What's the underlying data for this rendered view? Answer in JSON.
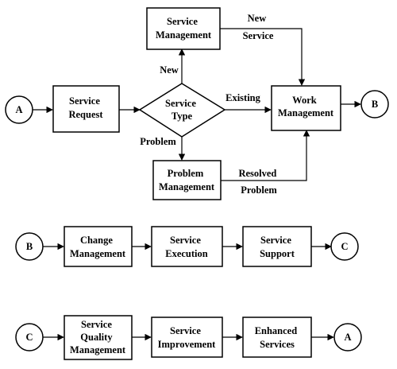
{
  "diagram": {
    "row1": {
      "start_connector": "A",
      "end_connector": "B",
      "service_request": [
        "Service",
        "Request"
      ],
      "service_type": [
        "Service",
        "Type"
      ],
      "service_management": [
        "Service",
        "Management"
      ],
      "work_management": [
        "Work",
        "Management"
      ],
      "problem_management": [
        "Problem",
        "Management"
      ],
      "edge_labels": {
        "new": "New",
        "new_service": [
          "New",
          "Service"
        ],
        "existing": "Existing",
        "problem": "Problem",
        "resolved_problem": [
          "Resolved",
          "Problem"
        ]
      }
    },
    "row2": {
      "start_connector": "B",
      "end_connector": "C",
      "change_management": [
        "Change",
        "Management"
      ],
      "service_execution": [
        "Service",
        "Execution"
      ],
      "service_support": [
        "Service",
        "Support"
      ]
    },
    "row3": {
      "start_connector": "C",
      "end_connector": "A",
      "service_quality_management": [
        "Service",
        "Quality",
        "Management"
      ],
      "service_improvement": [
        "Service",
        "Improvement"
      ],
      "enhanced_services": [
        "Enhanced",
        "Services"
      ]
    }
  }
}
